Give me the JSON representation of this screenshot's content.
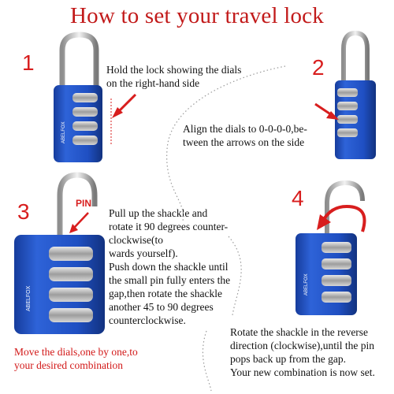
{
  "title": "How to set your travel lock",
  "steps": [
    {
      "number": "1",
      "lines": [
        "Hold the lock showing the dials",
        "on the right-hand side"
      ]
    },
    {
      "number": "2",
      "lines": [
        "Align the dials to 0-0-0-0,be-",
        "tween the arrows on the side"
      ]
    },
    {
      "number": "3",
      "pin_label": "PIN",
      "lines": [
        "Pull up the shackle and",
        "rotate it 90 degrees counter-",
        "clockwise(to",
        "wards yourself).",
        "Push down the shackle until",
        "the small pin fully enters the",
        "gap,then rotate the shackle",
        "another 45 to 90 degrees",
        "counterclockwise."
      ],
      "note_lines": [
        "Move the dials,one by one,to",
        "your desired combination"
      ]
    },
    {
      "number": "4",
      "lines": [
        "Rotate the shackle in the reverse",
        "direction (clockwise),until the pin",
        "pops back up from the gap.",
        "Your new combination is now set."
      ]
    }
  ],
  "lock_brand": "ABELFOX",
  "colors": {
    "title_red": "#c21a1a",
    "number_red": "#d81e1e",
    "lock_blue": "#1f4fc2",
    "dial_silver": "#c9c9c9",
    "shackle_silver": "#bfbfbf"
  }
}
